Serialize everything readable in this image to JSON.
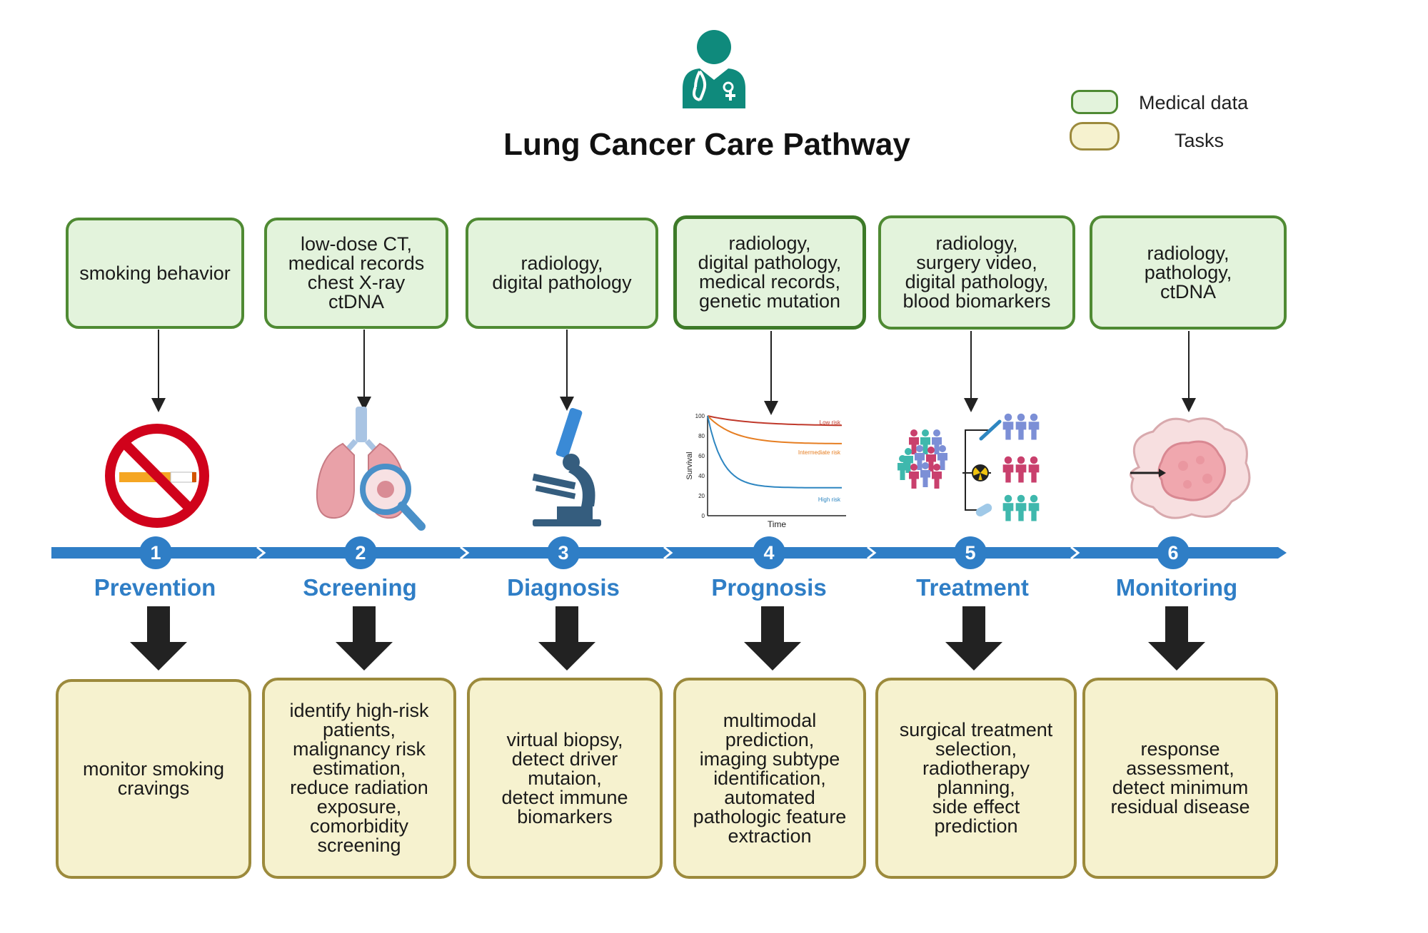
{
  "title": "Lung Cancer Care Pathway",
  "legend": {
    "items": [
      {
        "label": "Medical data",
        "fill": "#e3f3dc",
        "stroke": "#4f8a33"
      },
      {
        "label": "Tasks",
        "fill": "#f6f2cf",
        "stroke": "#9c8a3c"
      }
    ]
  },
  "colors": {
    "accent": "#2f7ec6",
    "doctor": "#0f8a7c",
    "data_fill": "#e3f3dc",
    "task_fill": "#f6f2cf"
  },
  "stages": [
    {
      "number": "1",
      "name": "Prevention",
      "data": "smoking behavior",
      "task": "monitor smoking\ncravings",
      "icon": "no-smoking-icon"
    },
    {
      "number": "2",
      "name": "Screening",
      "data": "low-dose CT,\nmedical records\nchest X-ray\nctDNA",
      "task": "identify high-risk\npatients,\nmalignancy risk\nestimation,\nreduce radiation\nexposure,\ncomorbidity\nscreening",
      "icon": "lungs-magnifier-icon"
    },
    {
      "number": "3",
      "name": "Diagnosis",
      "data": "radiology,\ndigital pathology",
      "task": "virtual biopsy,\ndetect driver\nmutaion,\ndetect immune\nbiomarkers",
      "icon": "microscope-icon"
    },
    {
      "number": "4",
      "name": "Prognosis",
      "data": "radiology,\ndigital pathology,\nmedical records,\ngenetic mutation",
      "task": "multimodal\nprediction,\nimaging subtype\nidentification,\nautomated\npathologic feature\nextraction",
      "icon": "survival-curve-icon"
    },
    {
      "number": "5",
      "name": "Treatment",
      "data": "radiology,\nsurgery video,\ndigital pathology,\nblood biomarkers",
      "task": "surgical treatment\nselection,\nradiotherapy\nplanning,\nside effect\nprediction",
      "icon": "patient-stratification-icon"
    },
    {
      "number": "6",
      "name": "Monitoring",
      "data": "radiology,\npathology,\nctDNA",
      "task": "response\nassessment,\ndetect minimum\nresidual disease",
      "icon": "tumor-icon"
    }
  ],
  "survival_plot": {
    "ylabel": "Survival",
    "xlabel": "Time",
    "yticks": [
      "100",
      "80",
      "60",
      "40",
      "20",
      "0"
    ],
    "series": [
      {
        "name": "Low risk",
        "color": "#c0392b"
      },
      {
        "name": "Intermediate risk",
        "color": "#e67e22"
      },
      {
        "name": "High risk",
        "color": "#2e86c1"
      }
    ]
  }
}
